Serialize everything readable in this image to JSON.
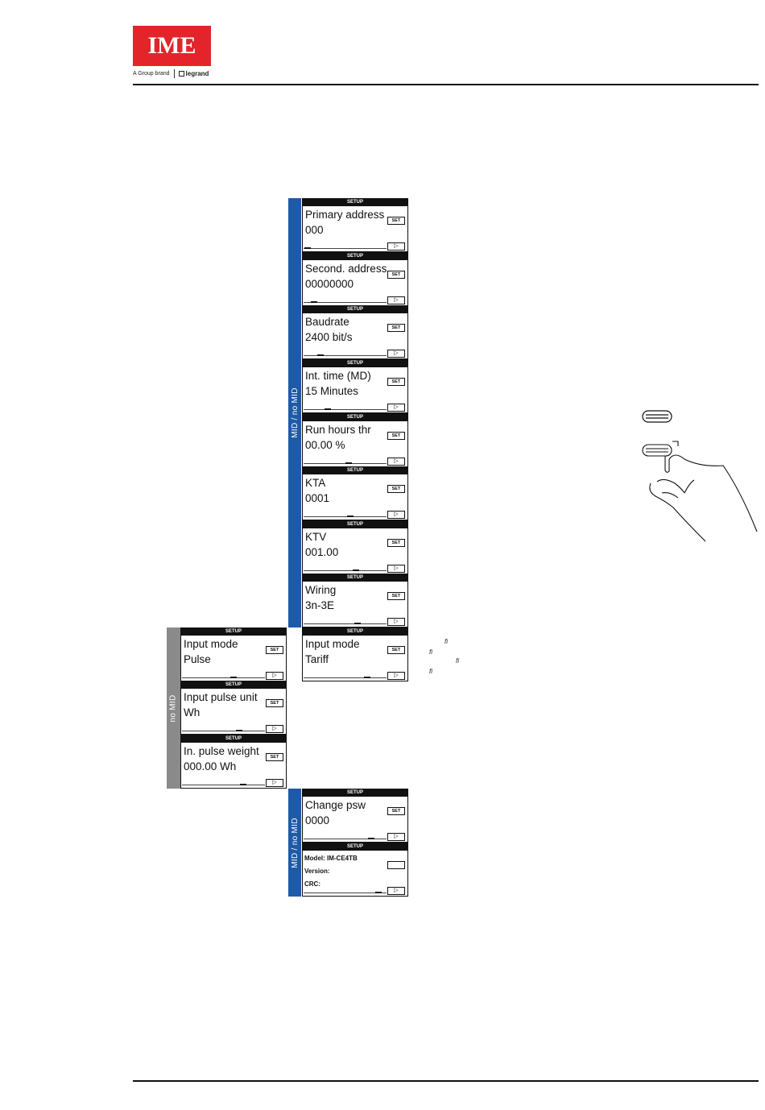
{
  "brand": {
    "logo_text": "IME",
    "tagline": "A Group brand",
    "partner": "legrand"
  },
  "bands": {
    "mid_top": "MID / no MID",
    "no_mid": "no MID",
    "mid_bottom": "MID / no MID"
  },
  "screens": [
    {
      "header": "SETUP",
      "line1": "Primary address",
      "line2": "000",
      "set": "SET",
      "next": "▷"
    },
    {
      "header": "SETUP",
      "line1": "Second. address",
      "line2": "00000000",
      "set": "SET",
      "next": "▷"
    },
    {
      "header": "SETUP",
      "line1": "Baudrate",
      "line2": "2400 bit/s",
      "set": "SET",
      "next": "▷"
    },
    {
      "header": "SETUP",
      "line1": "Int. time (MD)",
      "line2": "15 Minutes",
      "set": "SET",
      "next": "▷"
    },
    {
      "header": "SETUP",
      "line1": "Run hours thr",
      "line2": "00.00 %",
      "set": "SET",
      "next": "▷"
    },
    {
      "header": "SETUP",
      "line1": "KTA",
      "line2": "0001",
      "set": "SET",
      "next": "▷"
    },
    {
      "header": "SETUP",
      "line1": "KTV",
      "line2": "001.00",
      "set": "SET",
      "next": "▷"
    },
    {
      "header": "SETUP",
      "line1": "Wiring",
      "line2": "3n-3E",
      "set": "SET",
      "next": "▷"
    },
    {
      "header": "SETUP",
      "line1": "Input mode",
      "line2": "Tariff",
      "set": "SET",
      "next": "▷"
    },
    {
      "header": "SETUP",
      "line1": "Input mode",
      "line2": "Pulse",
      "set": "SET",
      "next": "▷"
    },
    {
      "header": "SETUP",
      "line1": "Input pulse unit",
      "line2": "Wh",
      "set": "SET",
      "next": "▷"
    },
    {
      "header": "SETUP",
      "line1": "In. pulse weight",
      "line2": "000.00 Wh",
      "set": "SET",
      "next": "▷"
    },
    {
      "header": "SETUP",
      "line1": "Change psw",
      "line2": "0000",
      "set": "SET",
      "next": "▷"
    },
    {
      "header": "SETUP",
      "info1": "Model: IM-CE4TB",
      "info2": "Version:",
      "info3": "CRC:",
      "next": "▷"
    }
  ],
  "footnotes": [
    "fi",
    "fi",
    "fi",
    "fi"
  ],
  "icons": {
    "button_top": "button-icon",
    "button_pressed": "button-press-hand-icon"
  }
}
